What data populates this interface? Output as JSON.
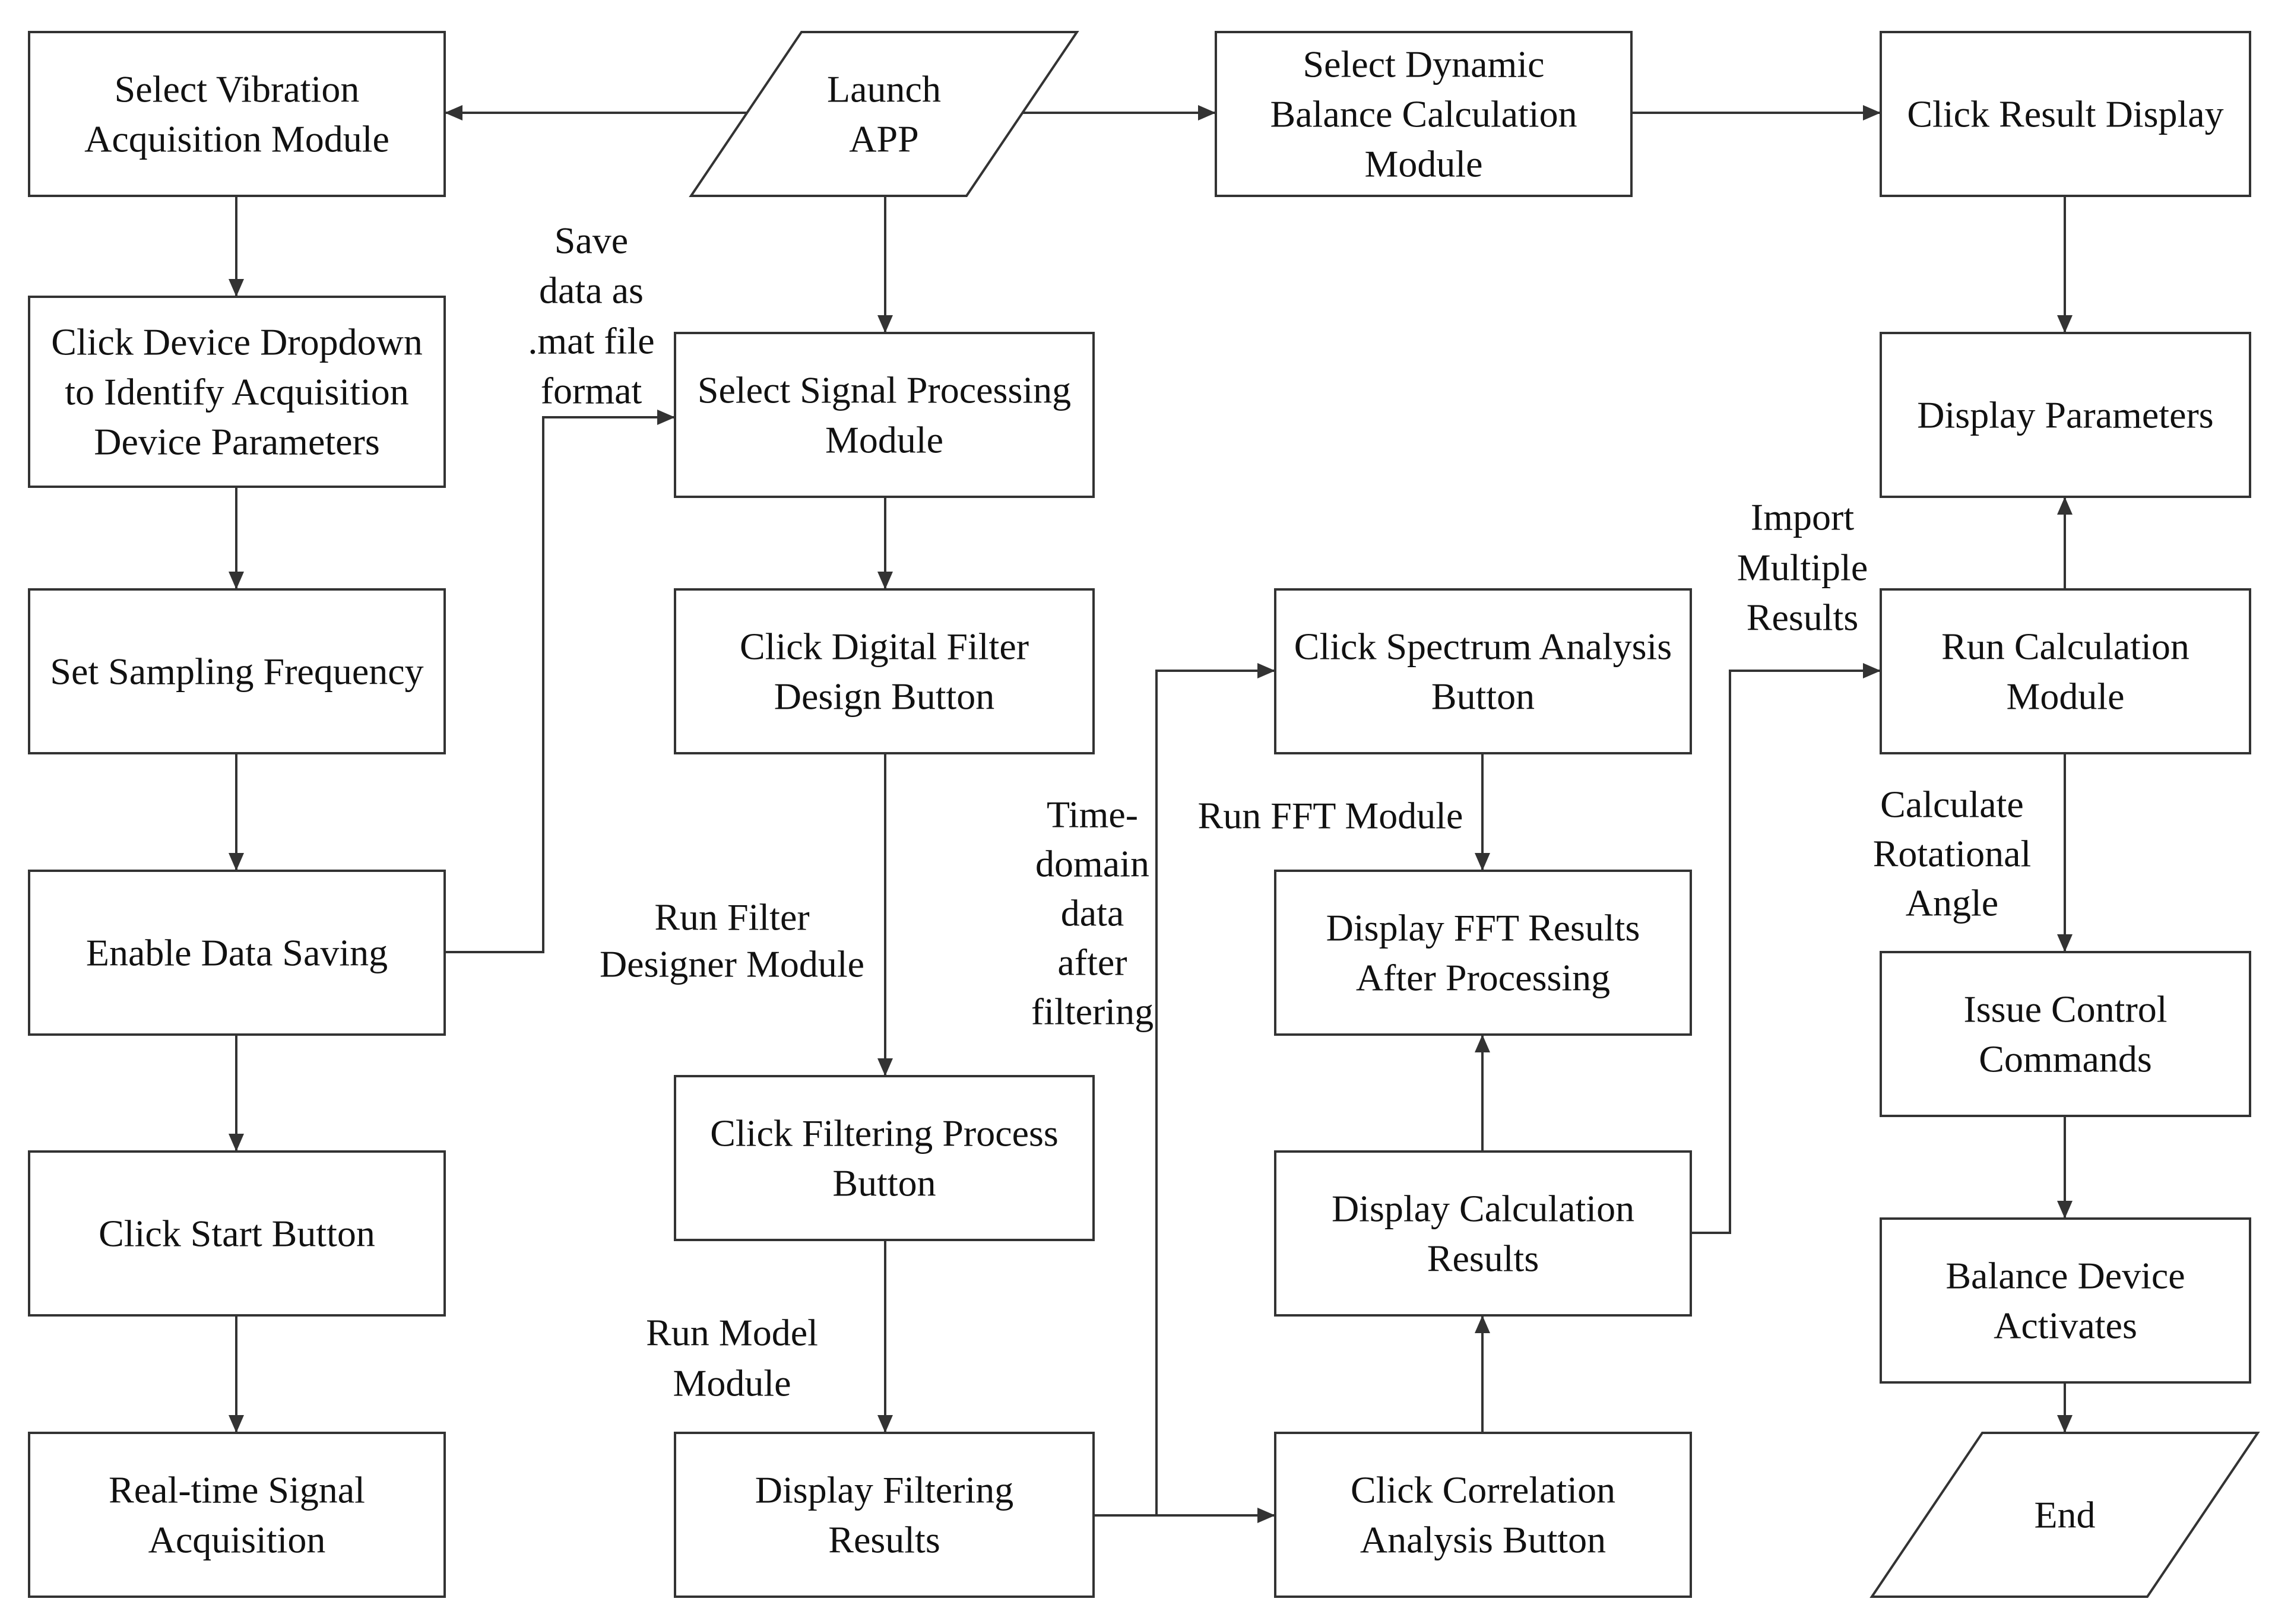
{
  "diagram": {
    "nodes": {
      "launch_app": [
        "Launch",
        "APP"
      ],
      "select_vibration": [
        "Select Vibration",
        "Acquisition Module"
      ],
      "click_device_dropdown": [
        "Click Device Dropdown",
        "to Identify Acquisition",
        "Device Parameters"
      ],
      "set_sampling": [
        "Set Sampling Frequency"
      ],
      "enable_saving": [
        "Enable Data Saving"
      ],
      "click_start": [
        "Click Start Button"
      ],
      "realtime_acq": [
        "Real-time Signal",
        "Acquisition"
      ],
      "select_signal_proc": [
        "Select Signal Processing",
        "Module"
      ],
      "click_digital_filter": [
        "Click Digital Filter",
        "Design Button"
      ],
      "click_filtering": [
        "Click Filtering Process",
        "Button"
      ],
      "display_filtering": [
        "Display Filtering",
        "Results"
      ],
      "select_dynamic": [
        "Select Dynamic",
        "Balance Calculation",
        "Module"
      ],
      "click_spectrum": [
        "Click Spectrum Analysis",
        "Button"
      ],
      "display_fft": [
        "Display FFT Results",
        "After Processing"
      ],
      "display_calc": [
        "Display Calculation",
        "Results"
      ],
      "click_correlation": [
        "Click Correlation",
        "Analysis Button"
      ],
      "click_result_display": [
        "Click Result Display"
      ],
      "display_params": [
        "Display Parameters"
      ],
      "run_calc": [
        "Run Calculation",
        "Module"
      ],
      "issue_control": [
        "Issue Control",
        "Commands"
      ],
      "balance_device": [
        "Balance Device",
        "Activates"
      ],
      "end": [
        "End"
      ]
    },
    "edge_labels": {
      "save_mat": [
        "Save",
        "data as",
        ".mat file",
        "format"
      ],
      "run_filter_designer": [
        "Run Filter",
        "Designer Module"
      ],
      "run_model": [
        "Run Model",
        "Module"
      ],
      "time_domain": [
        "Time-",
        "domain",
        "data",
        "after",
        "filtering"
      ],
      "run_fft": [
        "Run FFT Module"
      ],
      "import_multiple": [
        "Import",
        "Multiple",
        "Results"
      ],
      "calc_angle": [
        "Calculate",
        "Rotational",
        "Angle"
      ]
    },
    "colors": {
      "line": "#333333",
      "text": "#111111",
      "background": "#ffffff"
    }
  }
}
